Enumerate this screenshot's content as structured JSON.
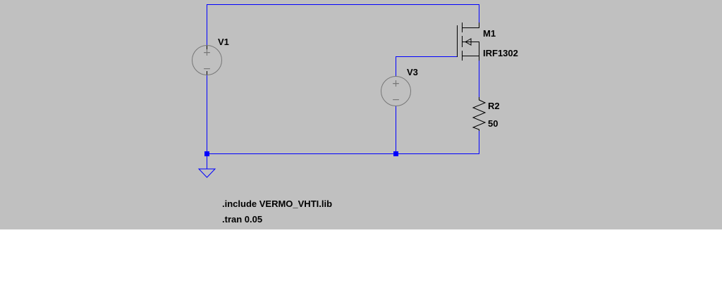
{
  "colors": {
    "schematic_background": "#c0c0c0",
    "page_background": "#ffffff",
    "wire": "#0000ff",
    "component": "#000000",
    "source_symbol": "#777777",
    "junction": "#0000ff",
    "ground": "#0000ff",
    "text": "#000000"
  },
  "components": {
    "v1": {
      "name": "V1",
      "symbol": "voltage-source"
    },
    "v3": {
      "name": "V3",
      "symbol": "voltage-source"
    },
    "m1": {
      "name": "M1",
      "value": "IRF1302",
      "symbol": "nmos-transistor"
    },
    "r2": {
      "name": "R2",
      "value": "50",
      "symbol": "resistor"
    }
  },
  "source_marks": {
    "plus": "+",
    "minus": "−"
  },
  "directives": [
    ".include VERMO_VHTI.lib",
    ".tran 0.05"
  ]
}
